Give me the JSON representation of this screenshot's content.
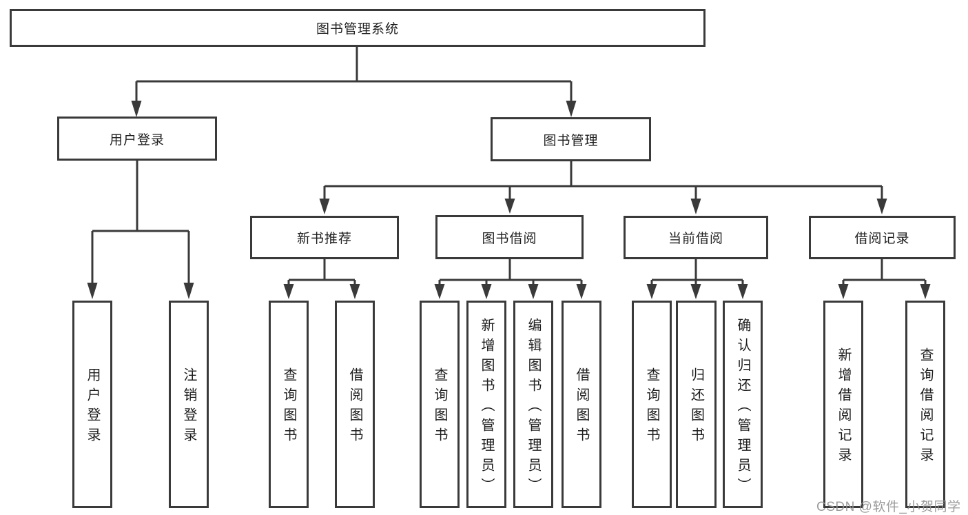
{
  "diagram": {
    "root": {
      "label": "图书管理系统",
      "children": [
        {
          "label": "用户登录",
          "children": [
            {
              "label": "用户登录"
            },
            {
              "label": "注销登录"
            }
          ]
        },
        {
          "label": "图书管理",
          "children": [
            {
              "label": "新书推荐",
              "children": [
                {
                  "label": "查询图书"
                },
                {
                  "label": "借阅图书"
                }
              ]
            },
            {
              "label": "图书借阅",
              "children": [
                {
                  "label": "查询图书"
                },
                {
                  "label": "新增图书（管理员）"
                },
                {
                  "label": "编辑图书（管理员）"
                },
                {
                  "label": "借阅图书"
                }
              ]
            },
            {
              "label": "当前借阅",
              "children": [
                {
                  "label": "查询图书"
                },
                {
                  "label": "归还图书"
                },
                {
                  "label": "确认归还（管理员）"
                }
              ]
            },
            {
              "label": "借阅记录",
              "children": [
                {
                  "label": "新增借阅记录"
                },
                {
                  "label": "查询借阅记录"
                }
              ]
            }
          ]
        }
      ]
    }
  },
  "watermark": {
    "text": "CSDN @软件_小贺同学"
  },
  "colors": {
    "line": "#3a3a3a",
    "text": "#1e1e1e",
    "box_background": "#ffffff",
    "watermark": "#949494",
    "background": "#ffffff"
  }
}
